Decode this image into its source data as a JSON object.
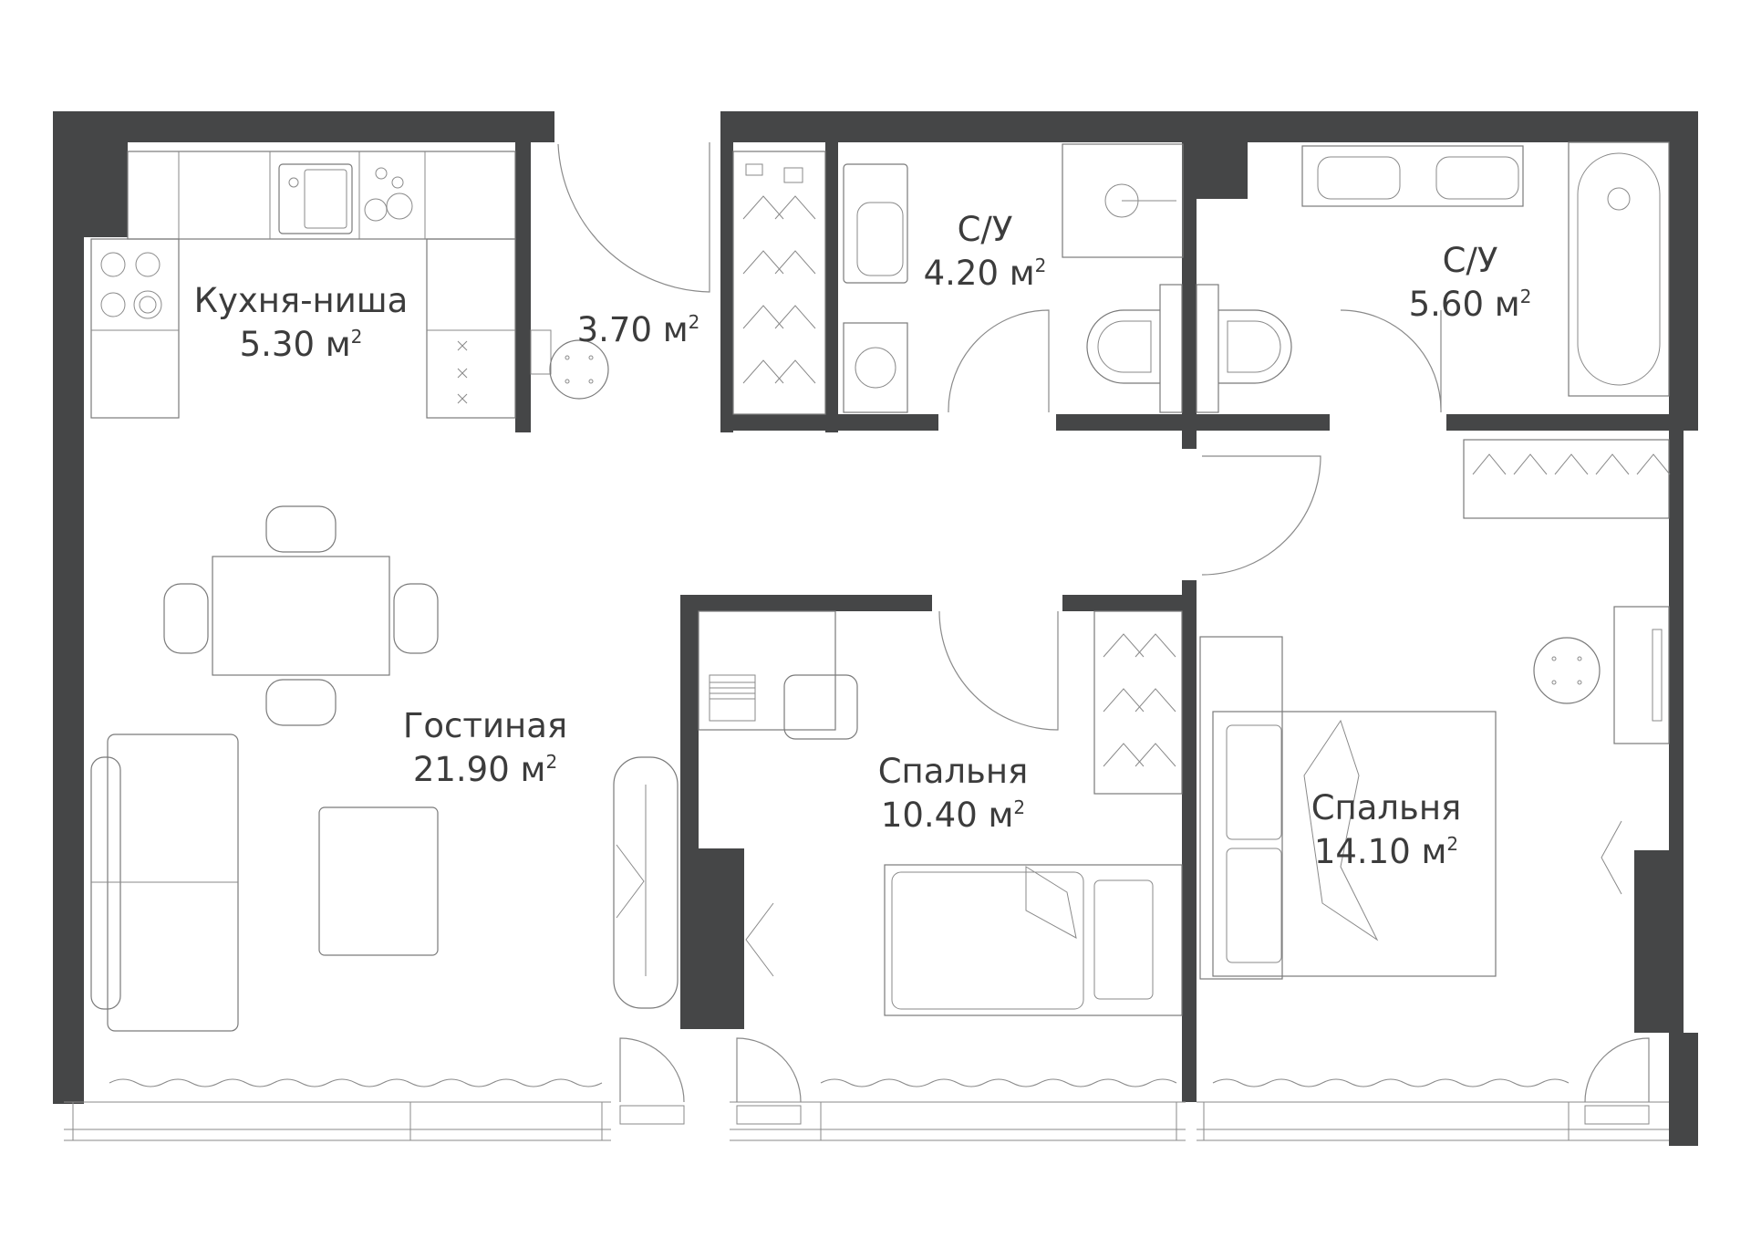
{
  "rooms": {
    "kitchen": {
      "name": "Кухня-ниша",
      "area": "5.30 м",
      "unit_sup": "2"
    },
    "hall": {
      "name": "",
      "area": "3.70 м",
      "unit_sup": "2"
    },
    "bath1": {
      "name": "С/У",
      "area": "4.20 м",
      "unit_sup": "2"
    },
    "bath2": {
      "name": "С/У",
      "area": "5.60 м",
      "unit_sup": "2"
    },
    "living": {
      "name": "Гостиная",
      "area": "21.90 м",
      "unit_sup": "2"
    },
    "bedroom1": {
      "name": "Спальня",
      "area": "10.40 м",
      "unit_sup": "2"
    },
    "bedroom2": {
      "name": "Спальня",
      "area": "14.10 м",
      "unit_sup": "2"
    }
  },
  "colors": {
    "wall": "#454647",
    "furniture_line": "#7a7a7a",
    "text": "#3c3c3c"
  }
}
